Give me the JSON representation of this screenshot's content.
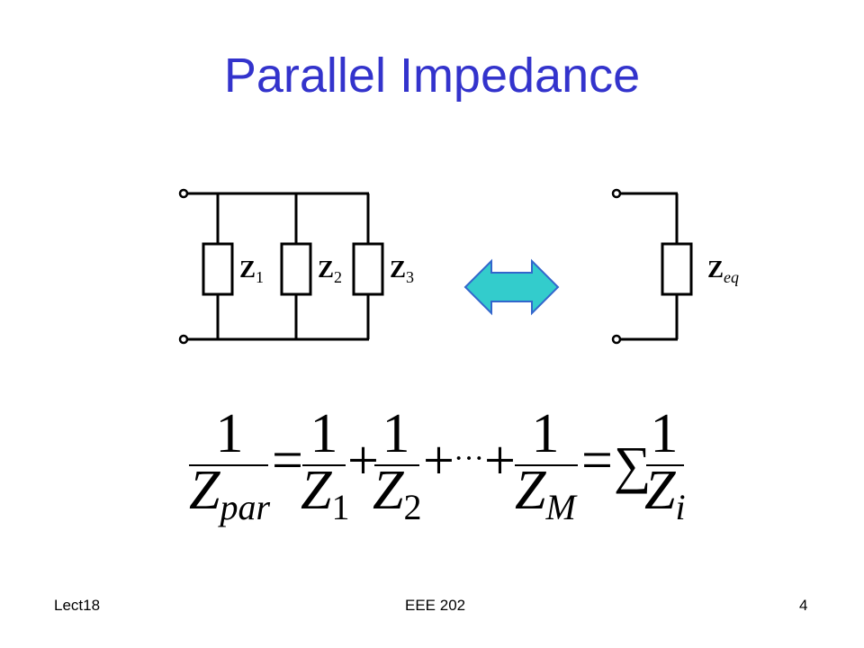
{
  "slide": {
    "title": "Parallel Impedance",
    "footer_left": "Lect18",
    "footer_center": "EEE 202",
    "footer_right": "4"
  },
  "circuit_left": {
    "impedances": [
      {
        "symbol": "Z",
        "subscript": "1"
      },
      {
        "symbol": "Z",
        "subscript": "2"
      },
      {
        "symbol": "Z",
        "subscript": "3"
      }
    ]
  },
  "circuit_right": {
    "impedance": {
      "symbol": "Z",
      "subscript": "eq"
    }
  },
  "equivalence_arrow": {
    "fill": "#33cccc",
    "stroke": "#3366cc"
  },
  "equation": {
    "one": "1",
    "Z": "Z",
    "eq_sign": "=",
    "plus": "+",
    "dots": "···",
    "sum": "∑",
    "sub_par": "par",
    "sub_1": "1",
    "sub_2": "2",
    "sub_M": "M",
    "sub_i": "i"
  },
  "colors": {
    "title": "#3333cc",
    "wire": "#000000",
    "background": "#ffffff"
  }
}
